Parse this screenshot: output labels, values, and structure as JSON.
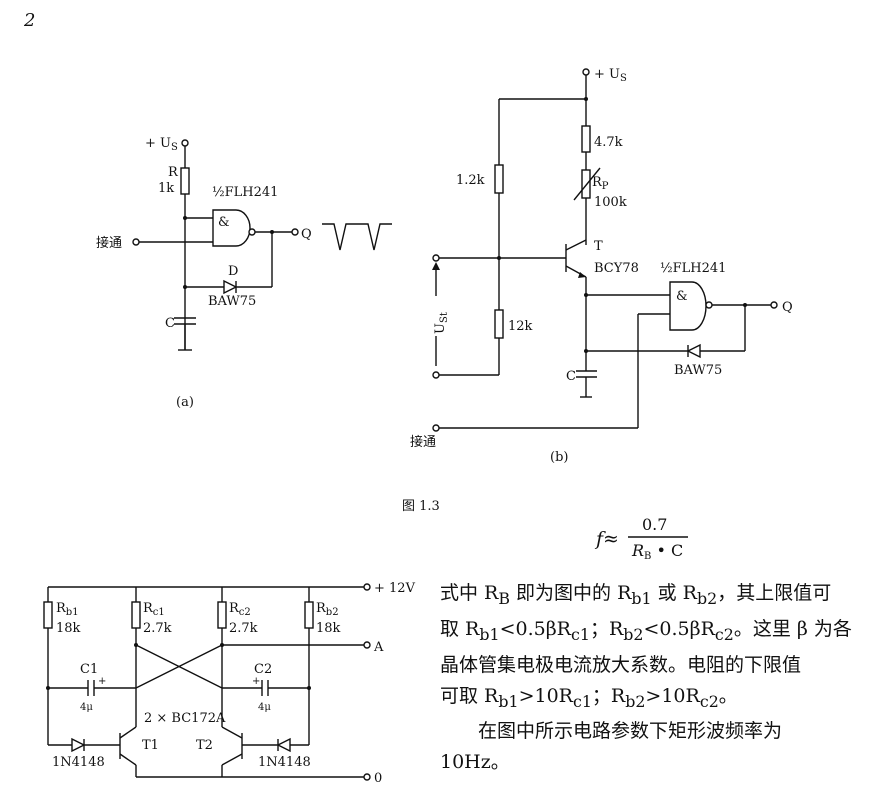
{
  "page_number": "2",
  "figure_caption": "图 1.3",
  "circuit_a": {
    "supply": "+ U",
    "supply_sub": "S",
    "resistor": "R",
    "resistor_value": "1k",
    "gate_name": "½FLH241",
    "gate_symbol": "&",
    "input_label": "接通",
    "output_label": "Q",
    "diode_label": "D",
    "diode_part": "BAW75",
    "capacitor": "C",
    "caption": "(a)"
  },
  "circuit_b": {
    "supply": "+ U",
    "supply_sub": "S",
    "r_top": "1.2k",
    "r_collector": "4.7k",
    "rp_label": "R",
    "rp_sub": "P",
    "rp_value": "100k",
    "transistor": "T",
    "transistor_part": "BCY78",
    "gate_name": "½FLH241",
    "gate_symbol": "&",
    "output_label": "Q",
    "vin_label": "U",
    "vin_sub": "St",
    "r_bottom": "12k",
    "capacitor": "C",
    "diode_part": "BAW75",
    "input_label": "接通",
    "caption": "(b)"
  },
  "circuit_c": {
    "supply": "+ 12V",
    "rb1": "R",
    "rb1_sub": "b1",
    "rb1_value": "18k",
    "rc1": "R",
    "rc1_sub": "c1",
    "rc1_value": "2.7k",
    "rc2": "R",
    "rc2_sub": "c2",
    "rc2_value": "2.7k",
    "rb2": "R",
    "rb2_sub": "b2",
    "rb2_value": "18k",
    "output": "A",
    "c1": "C1",
    "c1_value": "4μ",
    "c2": "C2",
    "c2_value": "4μ",
    "transistors": "2 × BC172A",
    "t1": "T1",
    "t2": "T2",
    "diode1": "1N4148",
    "diode2": "1N4148",
    "ground": "0",
    "plus": "+"
  },
  "formula": {
    "lhs": "f≈",
    "numerator": "0.7",
    "denominator_main": "R",
    "denominator_sub": "B",
    "denominator_rest": " • C"
  },
  "text": {
    "line1": "式中 R",
    "line1_sub": "B",
    "line1_rest": " 即为图中的 R",
    "line1_sub2": "b1",
    "line1_rest2": " 或 R",
    "line1_sub3": "b2",
    "line1_rest3": "，其上限值可",
    "line2": "取 R",
    "line2_sub": "b1",
    "line2_rest": "<0.5βR",
    "line2_sub2": "c1",
    "line2_rest2": "；R",
    "line2_sub3": "b2",
    "line2_rest3": "<0.5βR",
    "line2_sub4": "c2",
    "line2_rest4": "。这里 β 为各",
    "line3": "晶体管集电极电流放大系数。电阻的下限值",
    "line4": "可取 R",
    "line4_sub": "b1",
    "line4_rest": ">10R",
    "line4_sub2": "c1",
    "line4_rest2": "；R",
    "line4_sub3": "b2",
    "line4_rest3": ">10R",
    "line4_sub4": "c2",
    "line4_rest4": "。",
    "line5": "在图中所示电路参数下矩形波频率为",
    "line6": "10Hz。"
  }
}
